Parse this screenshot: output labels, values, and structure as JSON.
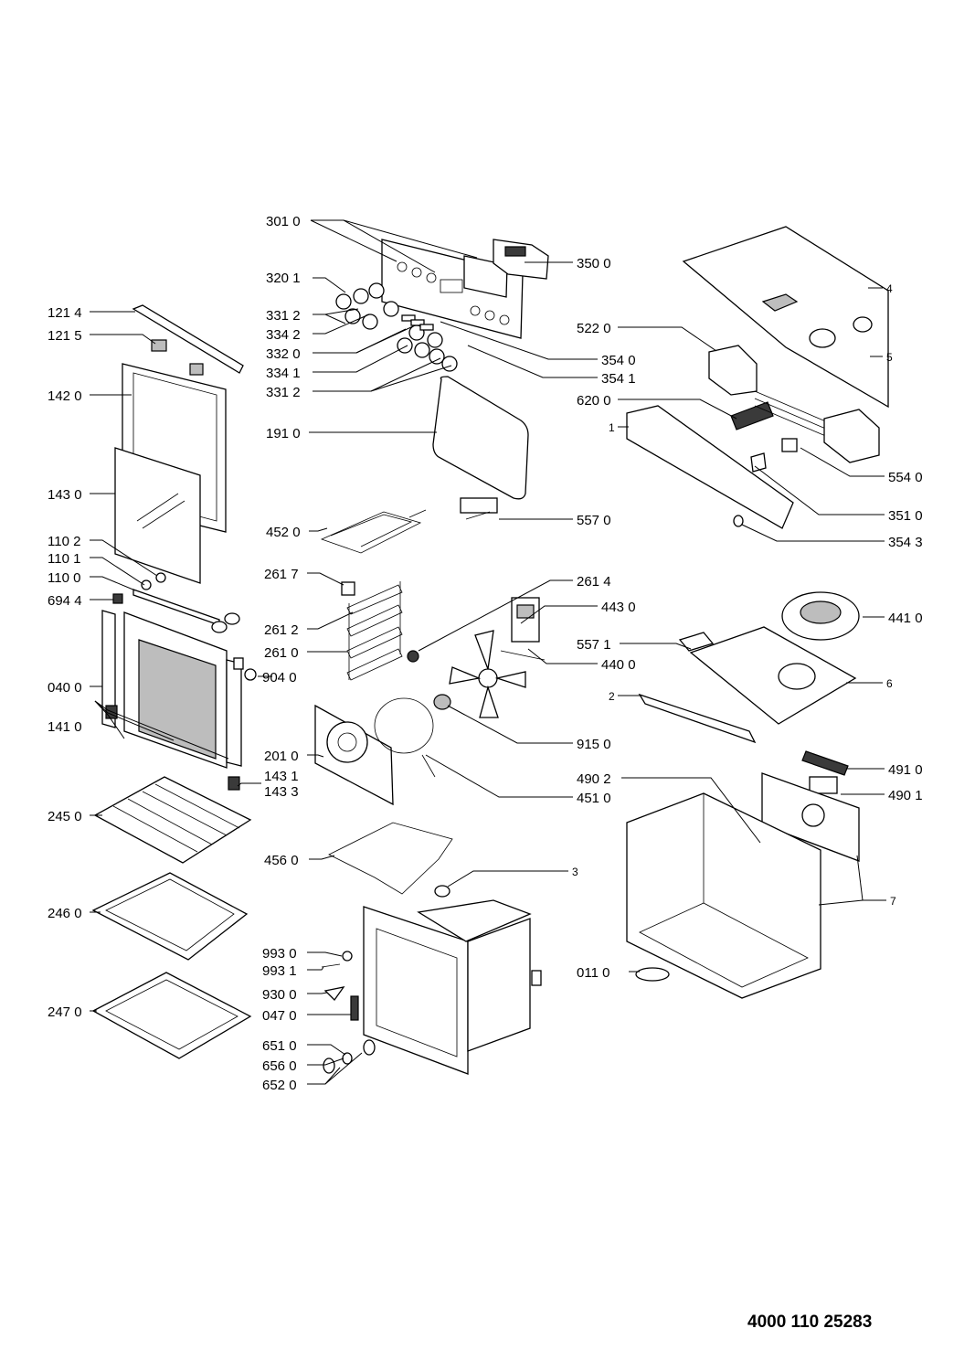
{
  "document_number": "4000 110 25283",
  "part_labels": [
    {
      "id": "p0",
      "text": "301 0"
    },
    {
      "id": "p1",
      "text": "350 0"
    },
    {
      "id": "p2",
      "text": "320 1"
    },
    {
      "id": "p3",
      "text": "331 2"
    },
    {
      "id": "p4",
      "text": "334 2"
    },
    {
      "id": "p5",
      "text": "332 0"
    },
    {
      "id": "p6",
      "text": "334 1"
    },
    {
      "id": "p7",
      "text": "331 2"
    },
    {
      "id": "p8",
      "text": "354 0"
    },
    {
      "id": "p9",
      "text": "354 1"
    },
    {
      "id": "p10",
      "text": "121 4"
    },
    {
      "id": "p11",
      "text": "121 5"
    },
    {
      "id": "p12",
      "text": "142 0"
    },
    {
      "id": "p13",
      "text": "191 0"
    },
    {
      "id": "p14",
      "text": "143 0"
    },
    {
      "id": "p15",
      "text": "452 0"
    },
    {
      "id": "p16",
      "text": "557 0"
    },
    {
      "id": "p17",
      "text": "110 2"
    },
    {
      "id": "p18",
      "text": "110 1"
    },
    {
      "id": "p19",
      "text": "110 0"
    },
    {
      "id": "p20",
      "text": "694 4"
    },
    {
      "id": "p21",
      "text": "261 7"
    },
    {
      "id": "p22",
      "text": "261 4"
    },
    {
      "id": "p23",
      "text": "443 0"
    },
    {
      "id": "p24",
      "text": "261 2"
    },
    {
      "id": "p25",
      "text": "261 0"
    },
    {
      "id": "p26",
      "text": "557 1"
    },
    {
      "id": "p27",
      "text": "440 0"
    },
    {
      "id": "p28",
      "text": "040 0"
    },
    {
      "id": "p29",
      "text": "904 0"
    },
    {
      "id": "p30",
      "text": "141 0"
    },
    {
      "id": "p31",
      "text": "915 0"
    },
    {
      "id": "p32",
      "text": "201 0"
    },
    {
      "id": "p33",
      "text": "143 1"
    },
    {
      "id": "p34",
      "text": "143 3"
    },
    {
      "id": "p35",
      "text": "451 0"
    },
    {
      "id": "p36",
      "text": "245 0"
    },
    {
      "id": "p37",
      "text": "456 0"
    },
    {
      "id": "p38",
      "text": "246 0"
    },
    {
      "id": "p39",
      "text": "993 0"
    },
    {
      "id": "p40",
      "text": "993 1"
    },
    {
      "id": "p41",
      "text": "930 0"
    },
    {
      "id": "p42",
      "text": "047 0"
    },
    {
      "id": "p43",
      "text": "247 0"
    },
    {
      "id": "p44",
      "text": "651 0"
    },
    {
      "id": "p45",
      "text": "656 0"
    },
    {
      "id": "p46",
      "text": "652 0"
    },
    {
      "id": "p47",
      "text": "522 0"
    },
    {
      "id": "p48",
      "text": "620 0"
    },
    {
      "id": "p49",
      "text": "554 0"
    },
    {
      "id": "p50",
      "text": "351 0"
    },
    {
      "id": "p51",
      "text": "354 3"
    },
    {
      "id": "p52",
      "text": "441 0"
    },
    {
      "id": "p53",
      "text": "491 0"
    },
    {
      "id": "p54",
      "text": "490 2"
    },
    {
      "id": "p55",
      "text": "490 1"
    },
    {
      "id": "p56",
      "text": "011 0"
    }
  ],
  "callout_labels": [
    {
      "id": "c0",
      "text": "4"
    },
    {
      "id": "c1",
      "text": "5"
    },
    {
      "id": "c2",
      "text": "1"
    },
    {
      "id": "c3",
      "text": "6"
    },
    {
      "id": "c4",
      "text": "2"
    },
    {
      "id": "c5",
      "text": "3"
    },
    {
      "id": "c6",
      "text": "7"
    }
  ]
}
